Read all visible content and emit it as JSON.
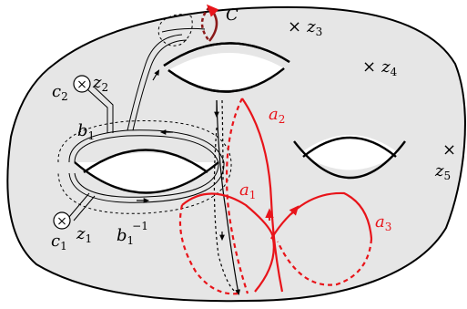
{
  "colors": {
    "surface_fill": "#e6e6e6",
    "outline": "#000000",
    "red_curve": "#e8141a",
    "dark_red_curve": "#8b1a1a"
  },
  "labels": {
    "C": "C",
    "z3": {
      "base": "z",
      "sub": "3",
      "prefix": "×"
    },
    "z4": {
      "base": "z",
      "sub": "4",
      "prefix": "×"
    },
    "z5": {
      "base": "z",
      "sub": "5",
      "prefix": "×"
    },
    "z2": {
      "base": "z",
      "sub": "2"
    },
    "z1": {
      "base": "z",
      "sub": "1"
    },
    "c2": {
      "base": "c",
      "sub": "2"
    },
    "c1": {
      "base": "c",
      "sub": "1"
    },
    "b1": {
      "base": "b",
      "sub": "1"
    },
    "b1inv": {
      "base": "b",
      "sub": "1",
      "sup": "−1"
    },
    "a1": {
      "base": "a",
      "sub": "1"
    },
    "a2": {
      "base": "a",
      "sub": "2"
    },
    "a3": {
      "base": "a",
      "sub": "3"
    }
  }
}
